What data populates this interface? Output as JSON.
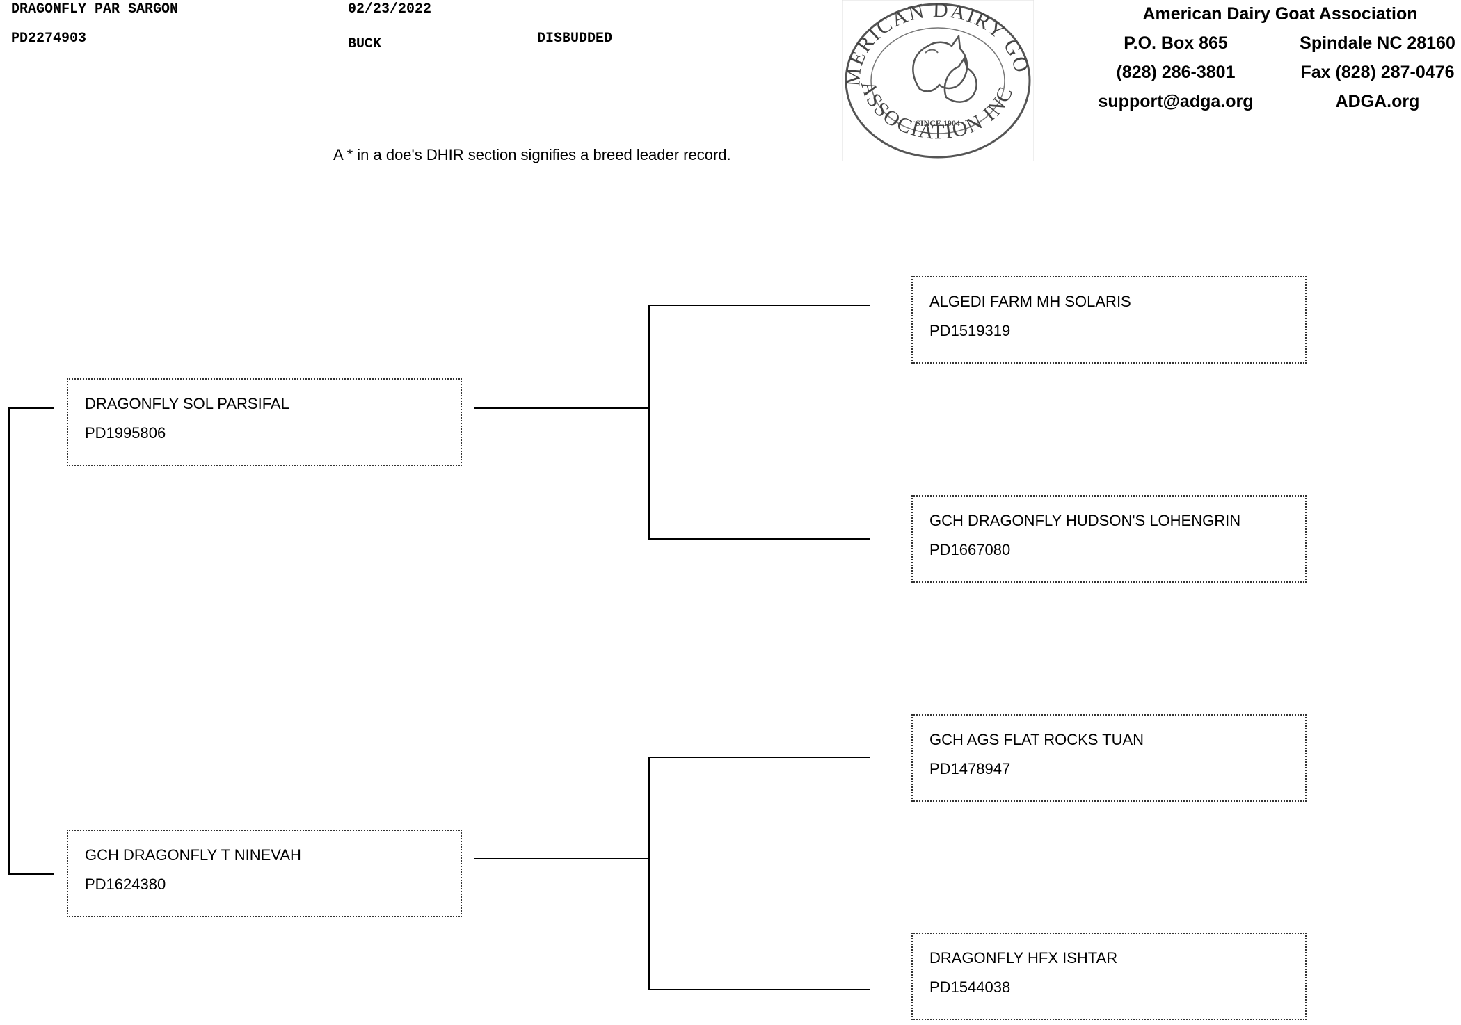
{
  "header": {
    "animal_name": "DRAGONFLY PAR SARGON",
    "animal_reg": "PD2274903",
    "birth_date": "02/23/2022",
    "sex": "BUCK",
    "horn_status": "DISBUDDED",
    "note": "A * in a doe's DHIR section signifies a breed leader record."
  },
  "logo": {
    "top_text": "AMERICAN DAIRY GOAT",
    "bottom_text": "ASSOCIATION INC.",
    "since": "SINCE 1904"
  },
  "org": {
    "name": "American Dairy Goat Association",
    "pobox": "P.O. Box 865",
    "city": "Spindale NC 28160",
    "phone": "(828) 286-3801",
    "fax": "Fax (828) 287-0476",
    "email": "support@adga.org",
    "web": "ADGA.org"
  },
  "pedigree": {
    "sire": {
      "name": "DRAGONFLY SOL PARSIFAL",
      "reg": "PD1995806"
    },
    "dam": {
      "name": "GCH DRAGONFLY T NINEVAH",
      "reg": "PD1624380"
    },
    "sire_sire": {
      "name": "ALGEDI FARM MH SOLARIS",
      "reg": "PD1519319"
    },
    "sire_dam": {
      "name": "GCH DRAGONFLY HUDSON'S LOHENGRIN",
      "reg": "PD1667080"
    },
    "dam_sire": {
      "name": "GCH AGS FLAT ROCKS TUAN",
      "reg": "PD1478947"
    },
    "dam_dam": {
      "name": "DRAGONFLY HFX ISHTAR",
      "reg": "PD1544038"
    }
  }
}
